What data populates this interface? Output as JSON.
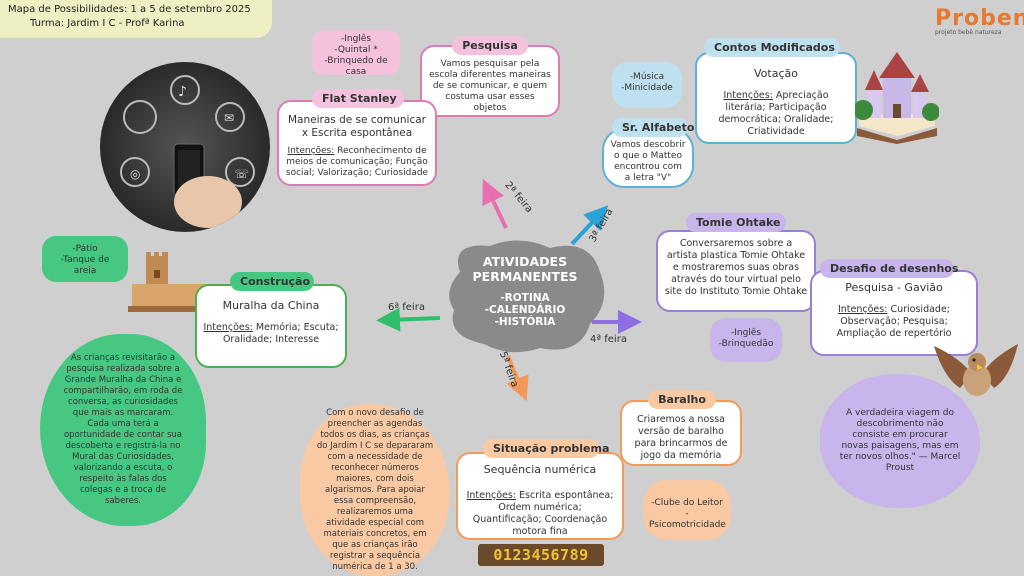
{
  "header": {
    "line1": "Mapa de Possibilidades: 1 a 5 de setembro 2025",
    "line2": "Turma: Jardim I C - Profª Karina"
  },
  "logo": {
    "text": "Proben",
    "subtitle": "projeto bebê natureza"
  },
  "center": {
    "title1": "ATIVIDADES",
    "title2": "PERMANENTES",
    "items": [
      "-ROTINA",
      "-CALENDÁRIO",
      "-HISTÓRIA"
    ]
  },
  "days": {
    "d2": "2ª feira",
    "d3": "3ª feira",
    "d4": "4ª feira",
    "d5": "5ª feira",
    "d6": "6ª feira"
  },
  "pink_note": {
    "lines": [
      "-Inglês",
      "-Quintal *",
      "-Brinquedo de casa"
    ]
  },
  "pesquisa": {
    "tab": "Pesquisa",
    "text": "Vamos pesquisar pela escola diferentes maneiras de se comunicar, e quem costuma usar esses objetos"
  },
  "flat": {
    "tab": "Flat Stanley",
    "title": "Maneiras de se comunicar x Escrita espontânea",
    "int_label": "Intenções:",
    "int_text": "Reconhecimento de meios de comunicação; Função social; Valorização; Curiosidade"
  },
  "contos": {
    "tab": "Contos Modificados",
    "title": "Votação",
    "int_label": "Intenções:",
    "int_text": "Apreciação literária; Participação democrática; Oralidade; Criatividade"
  },
  "blue_note": {
    "lines": [
      "-Música",
      "-Minicidade"
    ]
  },
  "alfabeto": {
    "tab": "Sr. Alfabeto",
    "text": "Vamos descobrir o que o Matteo encontrou com a letra \"V\""
  },
  "tomie": {
    "tab": "Tomie Ohtake",
    "text": "Conversaremos sobre a artista plastica Tomie Ohtake e mostraremos suas obras através do tour virtual pelo site do Instituto Tomie Ohtake"
  },
  "desafio": {
    "tab": "Desafio de desenhos",
    "title": "Pesquisa - Gavião",
    "int_label": "Intenções:",
    "int_text": "Curiosidade; Observação; Pesquisa; Ampliação de repertório"
  },
  "purple_note": {
    "lines": [
      "-Inglês",
      "-Brinquedão"
    ]
  },
  "quote": {
    "text": "A verdadeira viagem do descobrimento não consiste em procurar novas paisagens, mas em ter novos olhos.\" — Marcel Proust"
  },
  "green_note": {
    "lines": [
      "-Pátio",
      "-Tanque de areia"
    ]
  },
  "construcao": {
    "tab": "Construção",
    "title": "Muralha da China",
    "int_label": "Intenções:",
    "int_text": "Memória; Escuta; Oralidade; Interesse"
  },
  "green_blob": {
    "text": "As crianças revisitarão a pesquisa realizada sobre a Grande Muralha da China e compartilharão, em roda de conversa, as curiosidades que mais as marcaram. Cada uma terá a oportunidade de contar sua descoberta e registrá-la no Mural das Curiosidades, valorizando a escuta, o respeito às falas dos colegas e a troca de saberes."
  },
  "orange_blob": {
    "text": "Com o novo desafio de preencher as agendas todos os dias, as crianças do Jardim I C se depararam com a necessidade de reconhecer números maiores, com dois algarismos. Para apoiar essa compreensão, realizaremos uma atividade especial com materiais concretos, em que as crianças irão registrar a sequência numérica de 1 a 30."
  },
  "situacao": {
    "tab": "Situação problema",
    "title": "Sequência numérica",
    "int_label": "Intenções:",
    "int_text": "Escrita espontânea; Ordem numérica; Quantificação; Coordenação motora fina"
  },
  "baralho": {
    "tab": "Baralho",
    "text": "Criaremos a nossa versão de baralho para brincarmos de jogo da memória"
  },
  "orange_note": {
    "lines": [
      "-Clube do Leitor",
      "-Psicomotricidade"
    ]
  },
  "digits": "0123456789",
  "colors": {
    "pink": "#f4c2dd",
    "pink_border": "#e07ab5",
    "blue": "#bfe0ee",
    "blue_border": "#5fb0d6",
    "purple": "#c7b5ec",
    "purple_border": "#9a7fd8",
    "green": "#47c882",
    "green_border": "#4caf50",
    "orange": "#f9c9a4",
    "orange_border": "#f29a5c"
  }
}
